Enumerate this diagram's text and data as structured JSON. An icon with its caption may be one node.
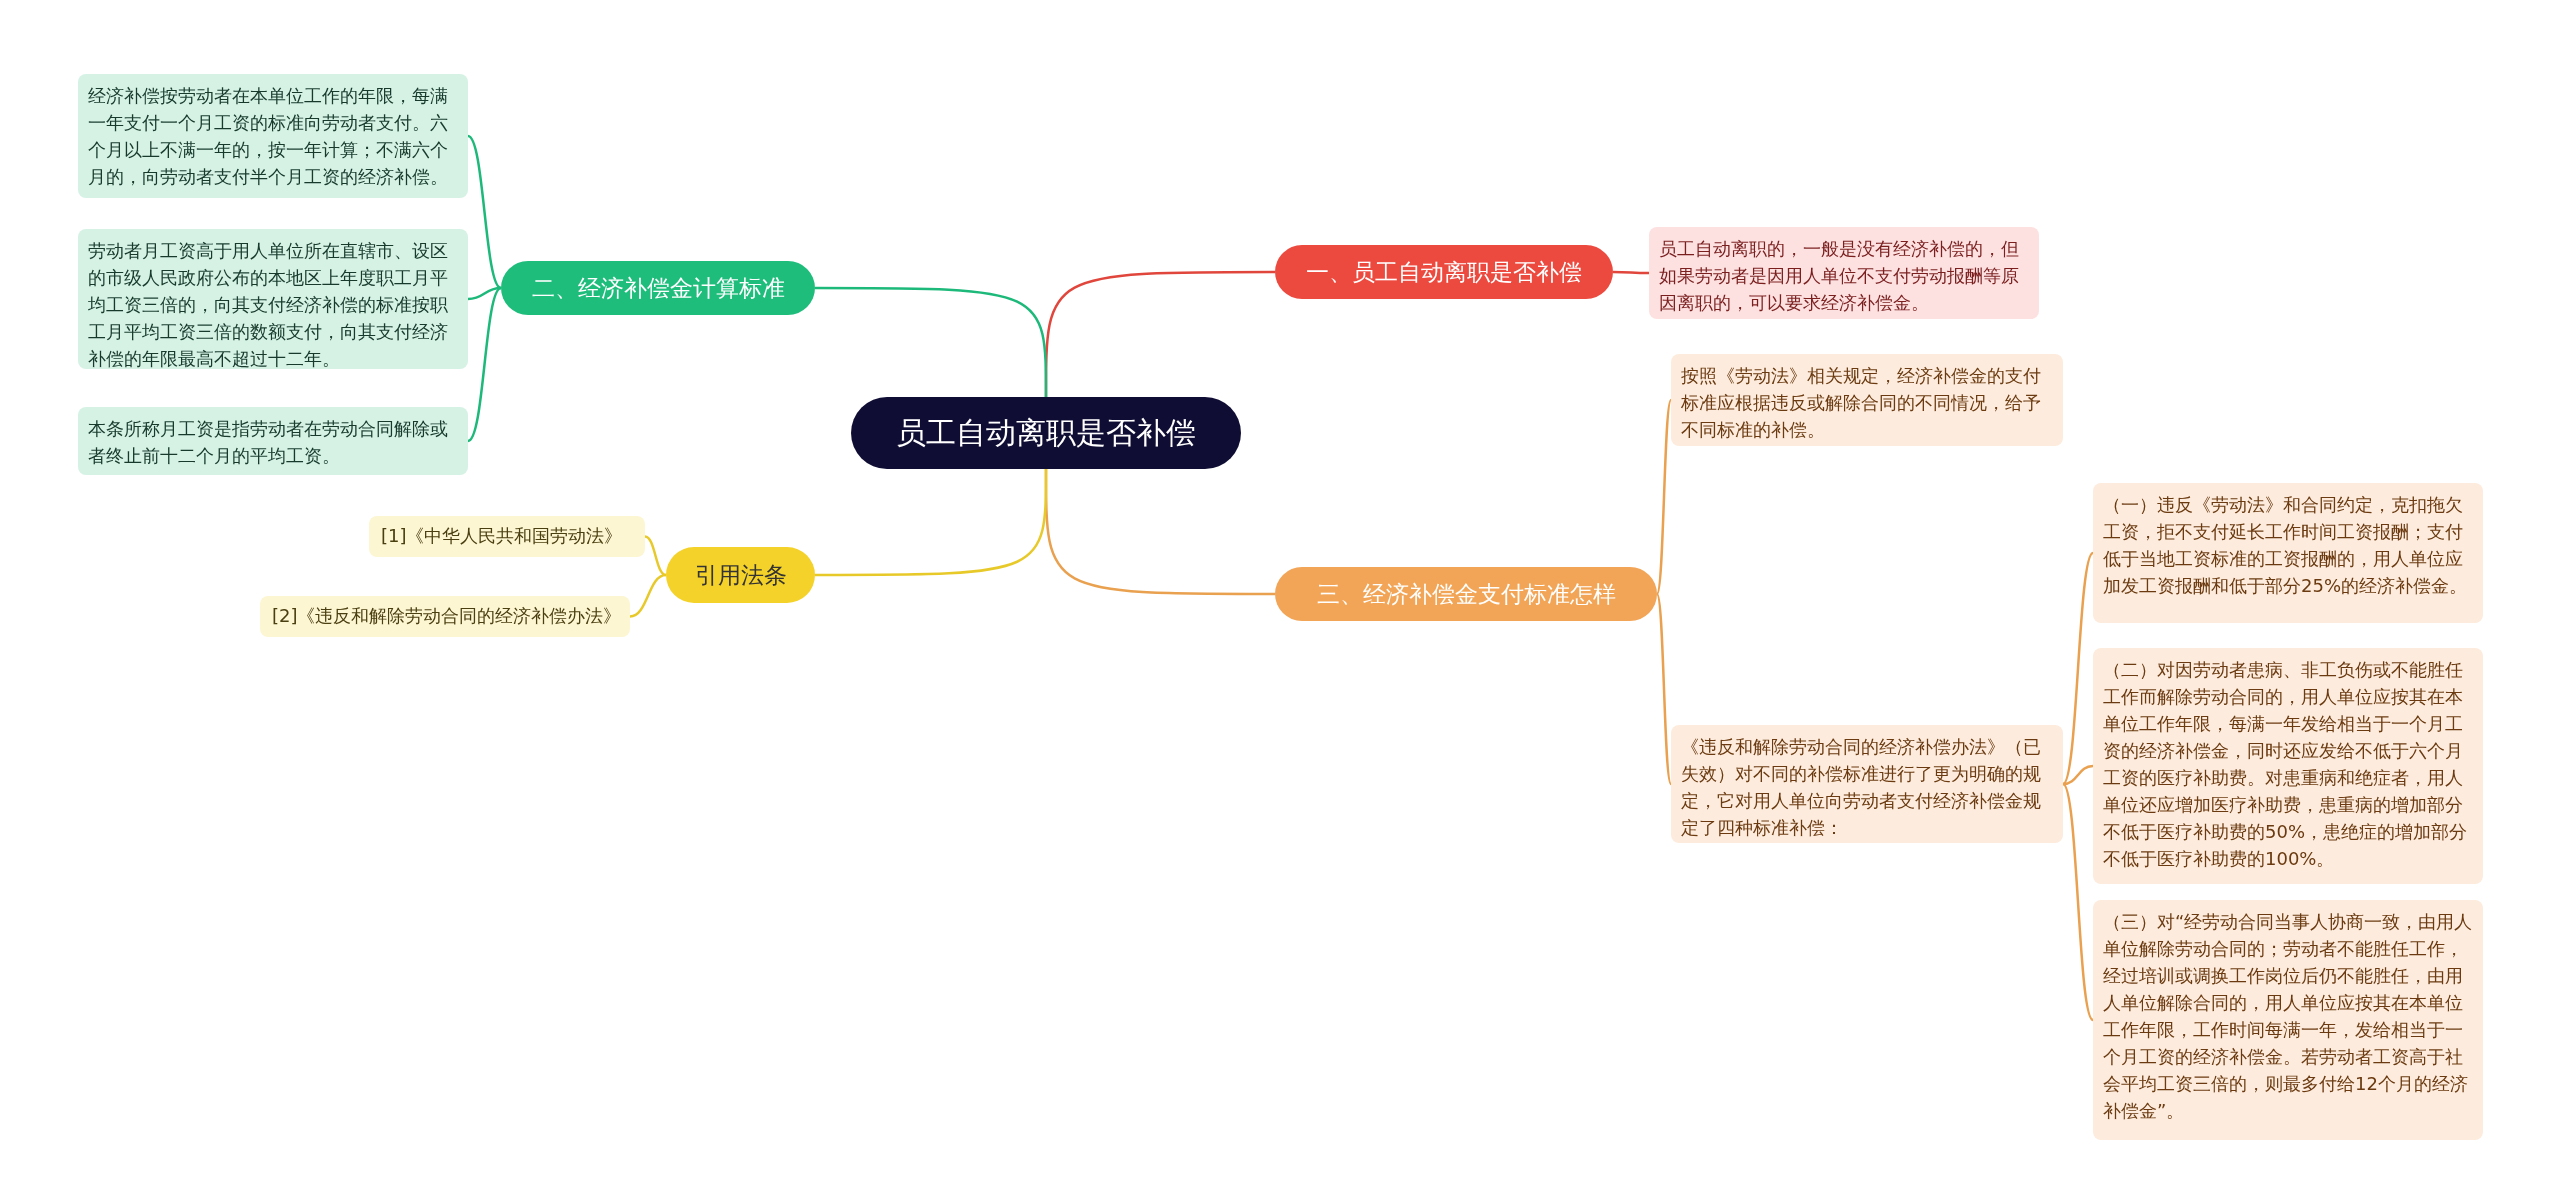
{
  "diagram": {
    "nodes": [
      {
        "text": [
          "员工自动离职是否补偿"
        ]
      },
      {
        "text": [
          "一、员工自动离职是否补偿"
        ]
      },
      {
        "text": [
          "员工自动离职的，一般是没有经济补偿的，但如果劳动者是因用人单位不支付劳动报酬等原因离职的，可以要求经济补偿金。"
        ]
      },
      {
        "text": [
          "二、经济补偿金计算标准"
        ]
      },
      {
        "text": [
          "经济补偿按劳动者在本单位工作的年限，每满一年支付一个月工资的标准向劳动者支付。六个月以上不满一年的，按一年计算；不满六个月的，向劳动者支付半个月工资的经济补偿。"
        ]
      },
      {
        "text": [
          "劳动者月工资高于用人单位所在直辖市、设区的市级人民政府公布的本地区上年度职工月平均工资三倍的，向其支付经济补偿的标准按职工月平均工资三倍的数额支付，向其支付经济补偿的年限最高不超过十二年。"
        ]
      },
      {
        "text": [
          "本条所称月工资是指劳动者在劳动合同解除或者终止前十二个月的平均工资。"
        ]
      },
      {
        "text": [
          "三、经济补偿金支付标准怎样"
        ]
      },
      {
        "text": [
          "按照《劳动法》相关规定，经济补偿金的支付标准应根据违反或解除合同的不同情况，给予不同标准的补偿。"
        ]
      },
      {
        "text": [
          "《违反和解除劳动合同的经济补偿办法》（已失效）对不同的补偿标准进行了更为明确的规定，它对用人单位向劳动者支付经济补偿金规定了四种标准补偿："
        ]
      },
      {
        "text": [
          "（一）违反《劳动法》和合同约定，克扣拖欠工资，拒不支付延长工作时间工资报酬；支付低于当地工资标准的工资报酬的，用人单位应加发工资报酬和低于部分25%的经济补偿金。"
        ]
      },
      {
        "text": [
          "（二）对因劳动者患病、非工负伤或不能胜任工作而解除劳动合同的，用人单位应按其在本单位工作年限，每满一年发给相当于一个月工资的经济补偿金，同时还应发给不低于六个月工资的医疗补助费。对患重病和绝症者，用人单位还应增加医疗补助费，患重病的增加部分不低于医疗补助费的50%，患绝症的增加部分不低于医疗补助费的100%。"
        ]
      },
      {
        "text": [
          "（三）对“经劳动合同当事人协商一致，由用人单位解除劳动合同的；劳动者不能胜任工作，经过培训或调换工作岗位后仍不能胜任，由用人单位解除合同的，用人单位应按其在本单位工作年限，工作时间每满一年，发给相当于一个月工资的经济补偿金。若劳动者工资高于社会平均工资三倍的，则最多付给12个月的经济补偿金”。"
        ]
      },
      {
        "text": [
          "引用法条"
        ]
      },
      {
        "text": [
          "[1]《中华人民共和国劳动法》"
        ]
      },
      {
        "text": [
          "[2]《违反和解除劳动合同的经济补偿办法》"
        ]
      }
    ],
    "edges": [
      {
        "from": 0,
        "to": 1,
        "arrow": "none",
        "color": "#e0463c"
      },
      {
        "from": 1,
        "to": 2,
        "arrow": "none",
        "color": "#e0463c"
      },
      {
        "from": 0,
        "to": 3,
        "arrow": "none",
        "color": "#1db97a"
      },
      {
        "from": 3,
        "to": 4,
        "arrow": "none",
        "color": "#1db97a"
      },
      {
        "from": 3,
        "to": 5,
        "arrow": "none",
        "color": "#1db97a"
      },
      {
        "from": 3,
        "to": 6,
        "arrow": "none",
        "color": "#1db97a"
      },
      {
        "from": 0,
        "to": 7,
        "arrow": "none",
        "color": "#e9a04f"
      },
      {
        "from": 7,
        "to": 8,
        "arrow": "none",
        "color": "#e9a04f"
      },
      {
        "from": 7,
        "to": 9,
        "arrow": "none",
        "color": "#e9a04f"
      },
      {
        "from": 9,
        "to": 10,
        "arrow": "none",
        "color": "#e9a04f"
      },
      {
        "from": 9,
        "to": 11,
        "arrow": "none",
        "color": "#e9a04f"
      },
      {
        "from": 9,
        "to": 12,
        "arrow": "none",
        "color": "#e9a04f"
      },
      {
        "from": 0,
        "to": 13,
        "arrow": "none",
        "color": "#e8c92a"
      },
      {
        "from": 13,
        "to": 14,
        "arrow": "none",
        "color": "#e8c92a"
      },
      {
        "from": 13,
        "to": 15,
        "arrow": "none",
        "color": "#e8c92a"
      }
    ]
  }
}
